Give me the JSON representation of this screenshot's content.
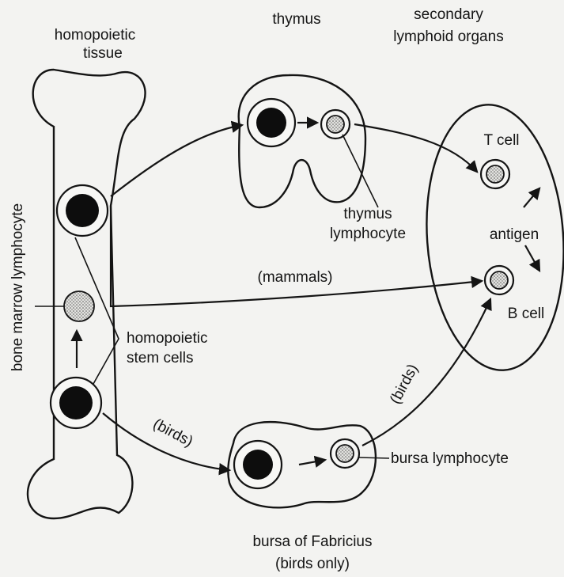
{
  "labels": {
    "homopoietic_tissue_line1": "homopoietic",
    "homopoietic_tissue_line2": "tissue",
    "thymus": "thymus",
    "secondary_line1": "secondary",
    "secondary_line2": "lymphoid organs",
    "bone_marrow_lymphocyte": "bone marrow lymphocyte",
    "t_cell": "T cell",
    "thymus_lymphocyte_line1": "thymus",
    "thymus_lymphocyte_line2": "lymphocyte",
    "antigen": "antigen",
    "mammals": "(mammals)",
    "b_cell": "B cell",
    "stem_cells_line1": "homopoietic",
    "stem_cells_line2": "stem cells",
    "birds_upper": "(birds)",
    "birds_lower": "(birds)",
    "bursa_lymphocyte": "bursa lymphocyte",
    "bursa_line1": "bursa of Fabricius",
    "bursa_line2": "(birds only)"
  },
  "colors": {
    "ink": "#141414",
    "background": "#f3f3f1",
    "stipple": "#555555"
  }
}
